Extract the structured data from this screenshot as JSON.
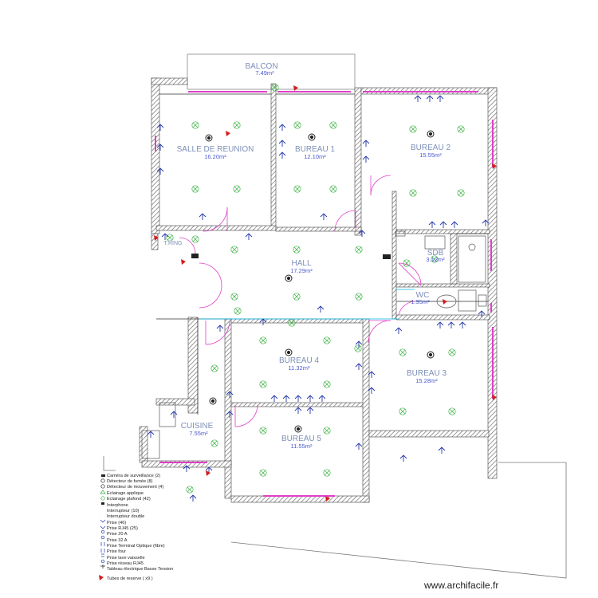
{
  "rooms": {
    "balcon": {
      "name": "BALCON",
      "area": "7.49m²"
    },
    "salle": {
      "name": "SALLE  DE  REUNION",
      "area": "16.20m²"
    },
    "bureau1": {
      "name": "BUREAU   1",
      "area": "12.10m²"
    },
    "bureau2": {
      "name": "BUREAU   2",
      "area": "15.55m²"
    },
    "hall": {
      "name": "HALL",
      "area": "17.29m²"
    },
    "sdb": {
      "name": "SDB",
      "area": "3.12m²"
    },
    "wc": {
      "name": "WC",
      "area": "1.95m²"
    },
    "bureau4": {
      "name": "BUREAU   4",
      "area": "11.32m²"
    },
    "bureau3": {
      "name": "BUREAU   3",
      "area": "15.28m²"
    },
    "cuisine": {
      "name": "CUISINE",
      "area": "7.55m²"
    },
    "bureau5": {
      "name": "BUREAU   5",
      "area": "11.55m²"
    },
    "ring": {
      "name": "T.RING",
      "area": ""
    }
  },
  "legend": [
    "Caméra de surveillance (2)",
    "Détecteur de fumée (8)",
    "Détecteur de mouvement (4)",
    "Eclairage applique",
    "Eclairage plafond (42)",
    "Interphone",
    "Interrupteur (10)",
    "Interrupteur double",
    "Prise (46)",
    "Prise  RJ45 (25)",
    "Prise 20 A",
    "Prise 32 A",
    "Prise Terminal Optique (fibre)",
    "Prise four",
    "Prise lave vaisselle",
    "Prise réseau RJ45",
    "Tableau électrique Basse Tension",
    "Tubes de reserve ( x9 )"
  ],
  "watermark": "www.archifacile.fr",
  "colors": {
    "wall": "#555555",
    "pink": "#e040c8",
    "blue": "#2236a8",
    "green": "#3bb143",
    "red": "#d41c1c",
    "cyan": "#00b7e8",
    "label": "#7d8fb8"
  }
}
